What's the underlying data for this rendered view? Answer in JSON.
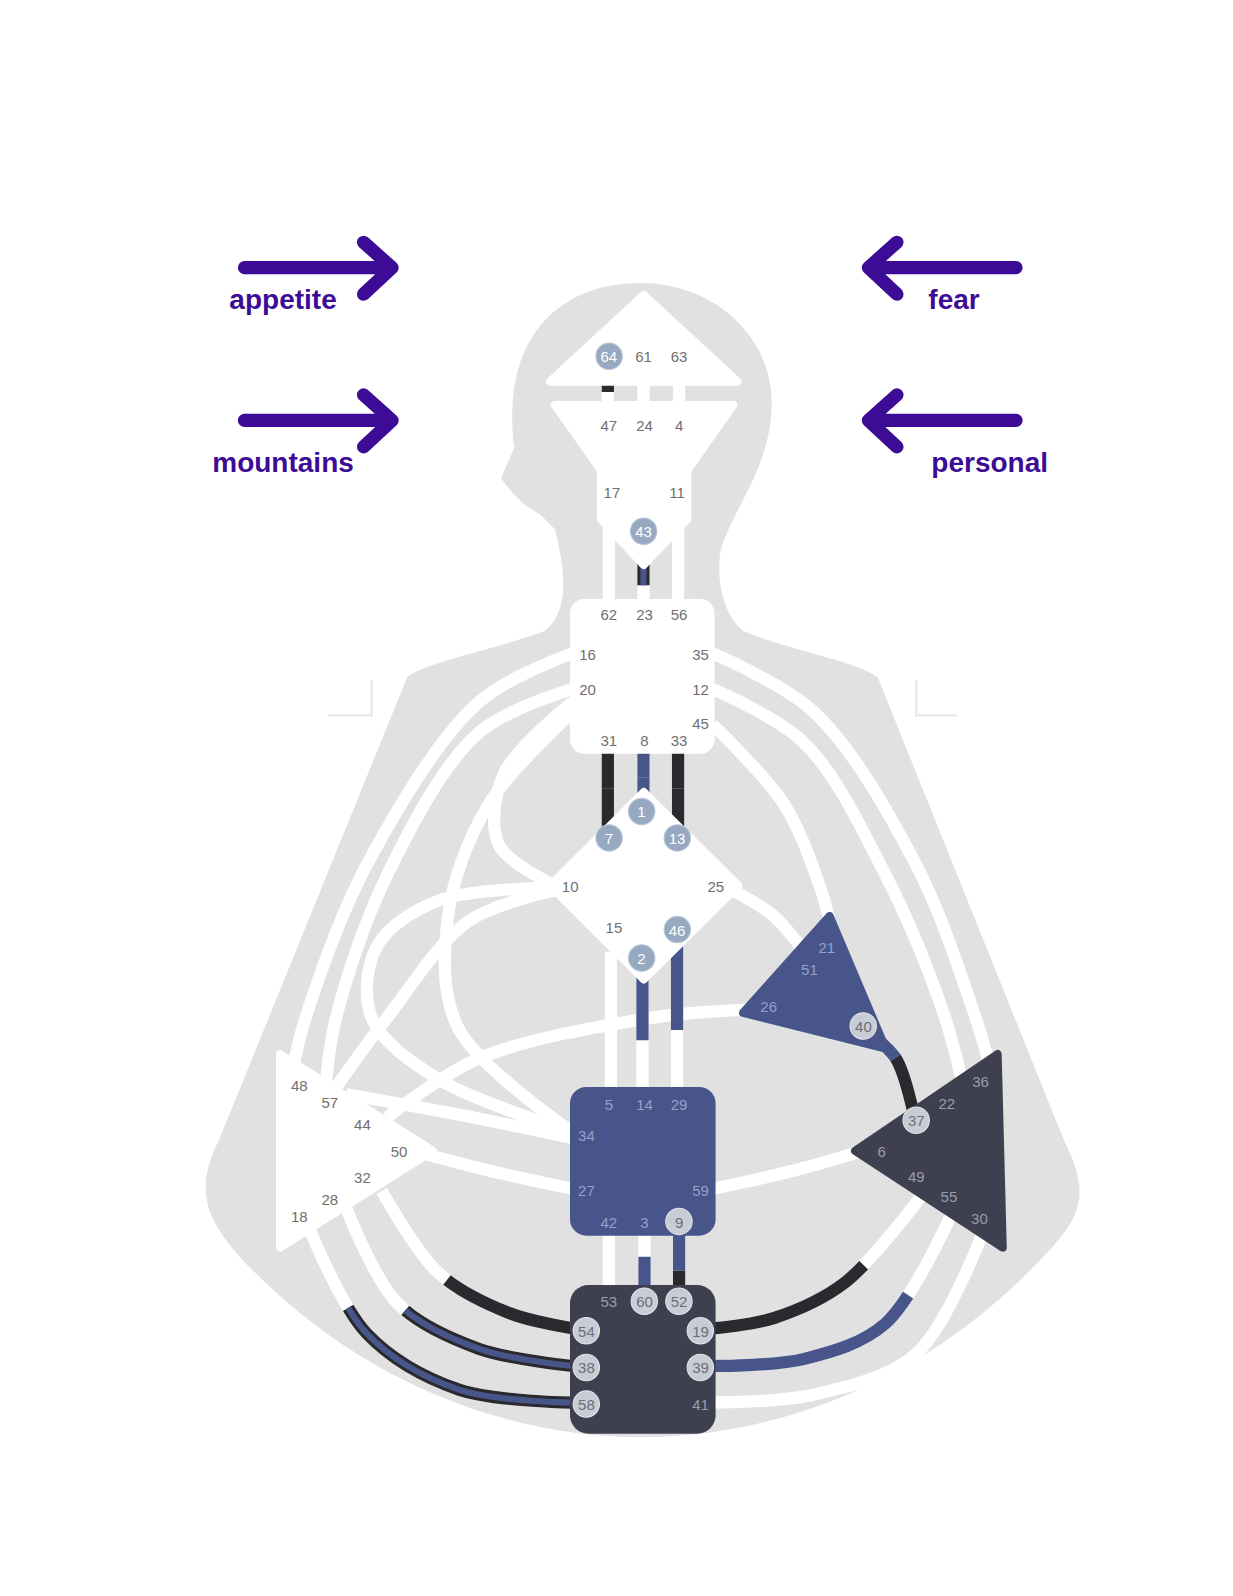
{
  "diagram": {
    "nodes": [
      {
        "text": [
          "64",
          "61",
          "63"
        ]
      },
      {
        "text": [
          "47",
          "24",
          "4",
          "17",
          "11",
          "43"
        ]
      },
      {
        "text": [
          "62",
          "23",
          "56",
          "16",
          "35",
          "20",
          "12",
          "45",
          "31",
          "8",
          "33"
        ]
      },
      {
        "text": [
          "1",
          "7",
          "13",
          "10",
          "25",
          "15",
          "46",
          "2"
        ]
      },
      {
        "text": [
          "21",
          "51",
          "26",
          "40"
        ]
      },
      {
        "text": [
          "48",
          "57",
          "44",
          "50",
          "32",
          "28",
          "18"
        ]
      },
      {
        "text": [
          "5",
          "14",
          "29",
          "34",
          "27",
          "59",
          "42",
          "3",
          "9"
        ]
      },
      {
        "text": [
          "36",
          "22",
          "37",
          "6",
          "49",
          "55",
          "30"
        ]
      },
      {
        "text": [
          "53",
          "60",
          "52",
          "54",
          "19",
          "38",
          "39",
          "58",
          "41"
        ]
      }
    ],
    "edges": [
      {
        "from": 0,
        "to": 1,
        "arrow": "none"
      },
      {
        "from": 0,
        "to": 1,
        "arrow": "none"
      },
      {
        "from": 0,
        "to": 1,
        "arrow": "none"
      },
      {
        "from": 1,
        "to": 2,
        "arrow": "none"
      },
      {
        "from": 1,
        "to": 2,
        "arrow": "none"
      },
      {
        "from": 1,
        "to": 2,
        "arrow": "none"
      },
      {
        "from": 2,
        "to": 3,
        "arrow": "none"
      },
      {
        "from": 2,
        "to": 3,
        "arrow": "none"
      },
      {
        "from": 2,
        "to": 3,
        "arrow": "none"
      },
      {
        "from": 2,
        "to": 5,
        "arrow": "none"
      },
      {
        "from": 2,
        "to": 5,
        "arrow": "none"
      },
      {
        "from": 2,
        "to": 3,
        "arrow": "none"
      },
      {
        "from": 2,
        "to": 6,
        "arrow": "none"
      },
      {
        "from": 2,
        "to": 7,
        "arrow": "none"
      },
      {
        "from": 2,
        "to": 7,
        "arrow": "none"
      },
      {
        "from": 2,
        "to": 4,
        "arrow": "none"
      },
      {
        "from": 3,
        "to": 4,
        "arrow": "none"
      },
      {
        "from": 3,
        "to": 6,
        "arrow": "none"
      },
      {
        "from": 3,
        "to": 6,
        "arrow": "none"
      },
      {
        "from": 3,
        "to": 6,
        "arrow": "none"
      },
      {
        "from": 3,
        "to": 6,
        "arrow": "none"
      },
      {
        "from": 5,
        "to": 3,
        "arrow": "none"
      },
      {
        "from": 4,
        "to": 5,
        "arrow": "none"
      },
      {
        "from": 4,
        "to": 7,
        "arrow": "none"
      },
      {
        "from": 5,
        "to": 6,
        "arrow": "none"
      },
      {
        "from": 5,
        "to": 6,
        "arrow": "none"
      },
      {
        "from": 6,
        "to": 7,
        "arrow": "none"
      },
      {
        "from": 6,
        "to": 8,
        "arrow": "none"
      },
      {
        "from": 6,
        "to": 8,
        "arrow": "none"
      },
      {
        "from": 6,
        "to": 8,
        "arrow": "none"
      },
      {
        "from": 5,
        "to": 8,
        "arrow": "none"
      },
      {
        "from": 5,
        "to": 8,
        "arrow": "none"
      },
      {
        "from": 5,
        "to": 8,
        "arrow": "none"
      },
      {
        "from": 7,
        "to": 8,
        "arrow": "none"
      },
      {
        "from": 7,
        "to": 8,
        "arrow": "none"
      },
      {
        "from": 7,
        "to": 8,
        "arrow": "none"
      }
    ],
    "labels": [
      "appetite",
      "fear",
      "mountains",
      "personal"
    ]
  }
}
